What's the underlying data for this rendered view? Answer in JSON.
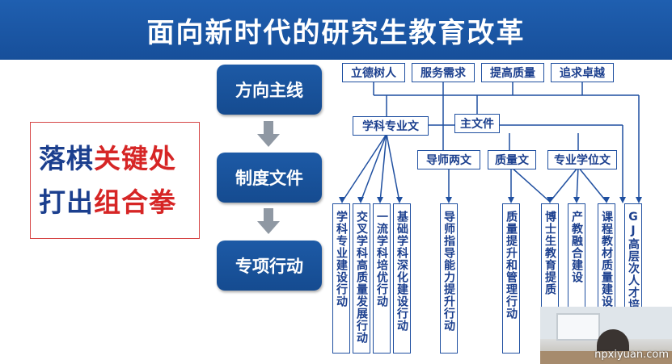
{
  "title": "面向新时代的研究生教育改革",
  "slogan": {
    "line1_a": "落棋",
    "line1_b": "关键处",
    "line2_a": "打出",
    "line2_b": "组合拳"
  },
  "stages": [
    "方向主线",
    "制度文件",
    "专项行动"
  ],
  "principles": [
    "立德树人",
    "服务需求",
    "提高质量",
    "追求卓越"
  ],
  "documents": {
    "main": "主文件",
    "discipline": "学科专业文",
    "supervisor": "导师两文",
    "quality": "质量文",
    "professional": "专业学位文"
  },
  "actions": [
    "学科专业建设行动",
    "交叉学科高质量发展行动",
    "一流学科培优行动",
    "基础学科深化建设行动",
    "导师指导能力提升行动",
    "质量提升和管理行动",
    "博士生教育提质",
    "产教融合建设",
    "课程教材质量建设",
    "GJ高层次人才培养"
  ],
  "watermark": "npxiyuan.com",
  "colors": {
    "title_bg": "#1f5fb0",
    "stage_bg": "#1d5aa6",
    "box_border": "#1f4fa0",
    "text_blue": "#1b3f8e",
    "text_red": "#d62525",
    "arrow_gray": "#8f98a3"
  }
}
